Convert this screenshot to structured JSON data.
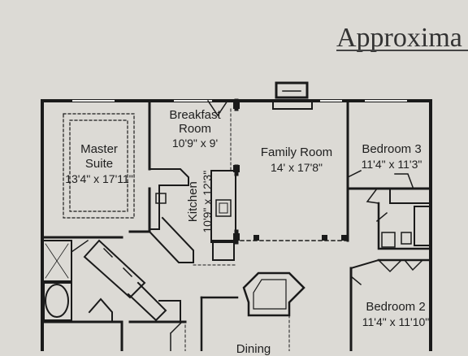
{
  "heading": "Approxima",
  "rooms": {
    "master": {
      "name_line1": "Master",
      "name_line2": "Suite",
      "size": "13'4\" x 17'11\""
    },
    "breakfast": {
      "name_line1": "Breakfast",
      "name_line2": "Room",
      "size": "10'9\" x 9'"
    },
    "family": {
      "name": "Family Room",
      "size": "14' x 17'8\""
    },
    "bedroom3": {
      "name": "Bedroom 3",
      "size": "11'4\" x 11'3\""
    },
    "kitchen": {
      "name": "Kitchen",
      "size": "10'9\" x 12'3\""
    },
    "bedroom2": {
      "name": "Bedroom 2",
      "size": "11'4\" x 11'10\""
    },
    "dining": {
      "name": "Dining"
    }
  },
  "colors": {
    "paper": "#dcdad5",
    "wall": "#1a1a1a"
  }
}
